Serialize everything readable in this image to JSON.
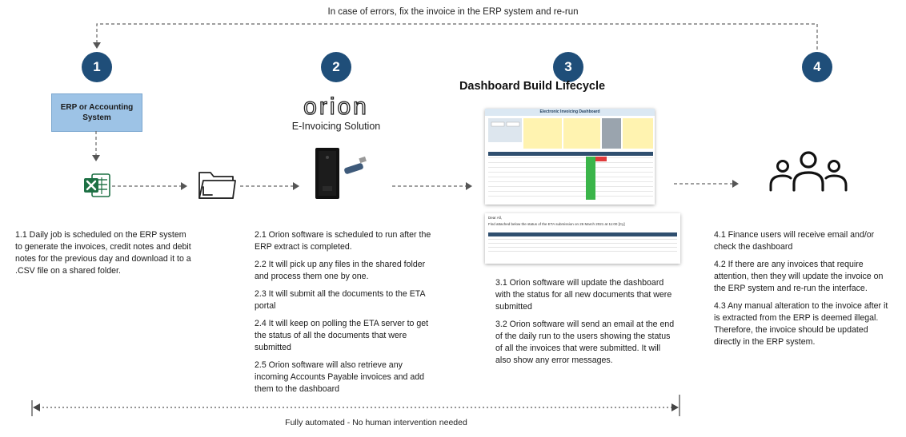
{
  "loop_note": "In case of errors, fix the invoice in the ERP system and re-run",
  "steps": [
    {
      "number": "1"
    },
    {
      "number": "2"
    },
    {
      "number": "3"
    },
    {
      "number": "4"
    }
  ],
  "erp_box": {
    "line1": "ERP or Accounting",
    "line2": "System"
  },
  "orion": {
    "logo_text": "orion",
    "subtitle": "E-Invoicing Solution"
  },
  "dashboard": {
    "title": "Dashboard Build Lifecycle",
    "screenshot_header": "Electronic Invoicing Dashboard",
    "email_line1": "Dear All,",
    "email_line2": "Find attached below the status of the ETA submission on 26 March 2021 at 11:00 [Cy]"
  },
  "descriptions": {
    "step1": [
      "1.1 Daily job is scheduled on the ERP system to generate the invoices, credit notes and debit notes for the previous day and download it to a .CSV file on a shared folder."
    ],
    "step2": [
      "2.1 Orion software is scheduled to run after the ERP extract is completed.",
      "2.2 It will pick up any files in the shared folder and process them one by one.",
      "2.3 It will submit all the documents to the ETA portal",
      "2.4 It will keep on polling the ETA server to get the status of all the documents that were submitted",
      "2.5 Orion software will also retrieve any incoming Accounts Payable invoices and add them to the dashboard"
    ],
    "step3": [
      "3.1 Orion software will update the dashboard with the status for all new documents that were submitted",
      "3.2 Orion software will send an email at the end of the daily run to the users showing the status of all the invoices that were submitted. It will also show any error messages."
    ],
    "step4": [
      "4.1 Finance users will receive email and/or check the dashboard",
      "4.2 If there are any invoices that require attention, then they will update the invoice on the ERP system and re-run the interface.",
      "4.3 Any manual alteration to the invoice after it is extracted from the ERP is deemed illegal. Therefore, the invoice should be updated directly in the ERP system."
    ]
  },
  "automation_note": "Fully automated - No human intervention needed",
  "colors": {
    "step_circle": "#1f4e79",
    "erp_box": "#9dc3e6",
    "excel_green": "#1d7044",
    "status_green": "#3bb54a"
  }
}
